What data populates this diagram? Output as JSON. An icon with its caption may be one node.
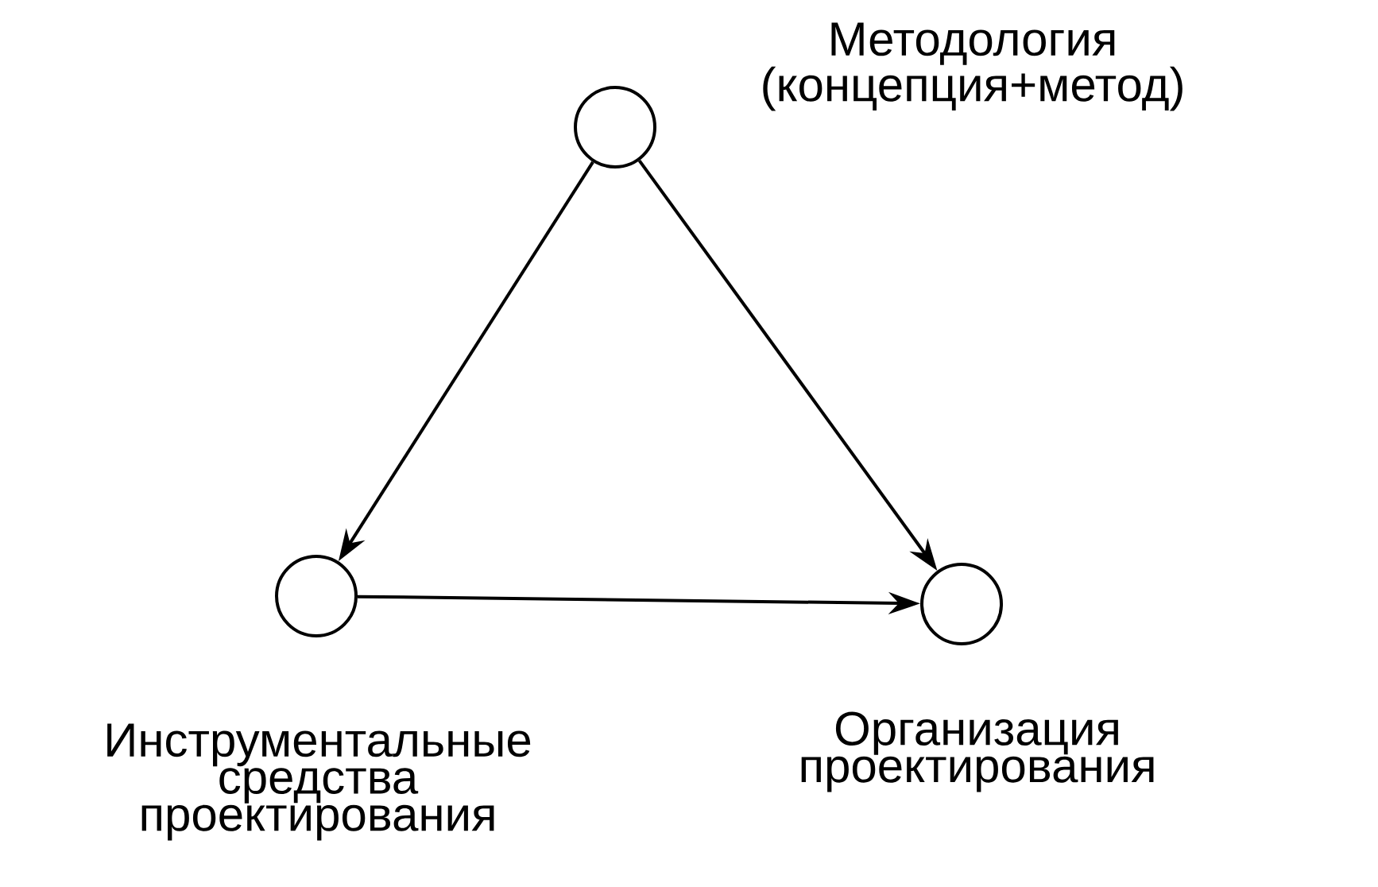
{
  "diagram": {
    "nodes": [
      {
        "text": [],
        "shape": "circle",
        "beside": [
          "Методология (концепция+метод)"
        ]
      },
      {
        "text": [],
        "shape": "circle",
        "beside": [
          "Инструментальные средства проектирования"
        ]
      },
      {
        "text": [],
        "shape": "circle",
        "beside": [
          "Организация проектирования"
        ]
      }
    ],
    "edges": [
      {
        "from": 0,
        "to": 1,
        "arrow": "to"
      },
      {
        "from": 0,
        "to": 2,
        "arrow": "to"
      },
      {
        "from": 1,
        "to": 2,
        "arrow": "to"
      }
    ]
  }
}
